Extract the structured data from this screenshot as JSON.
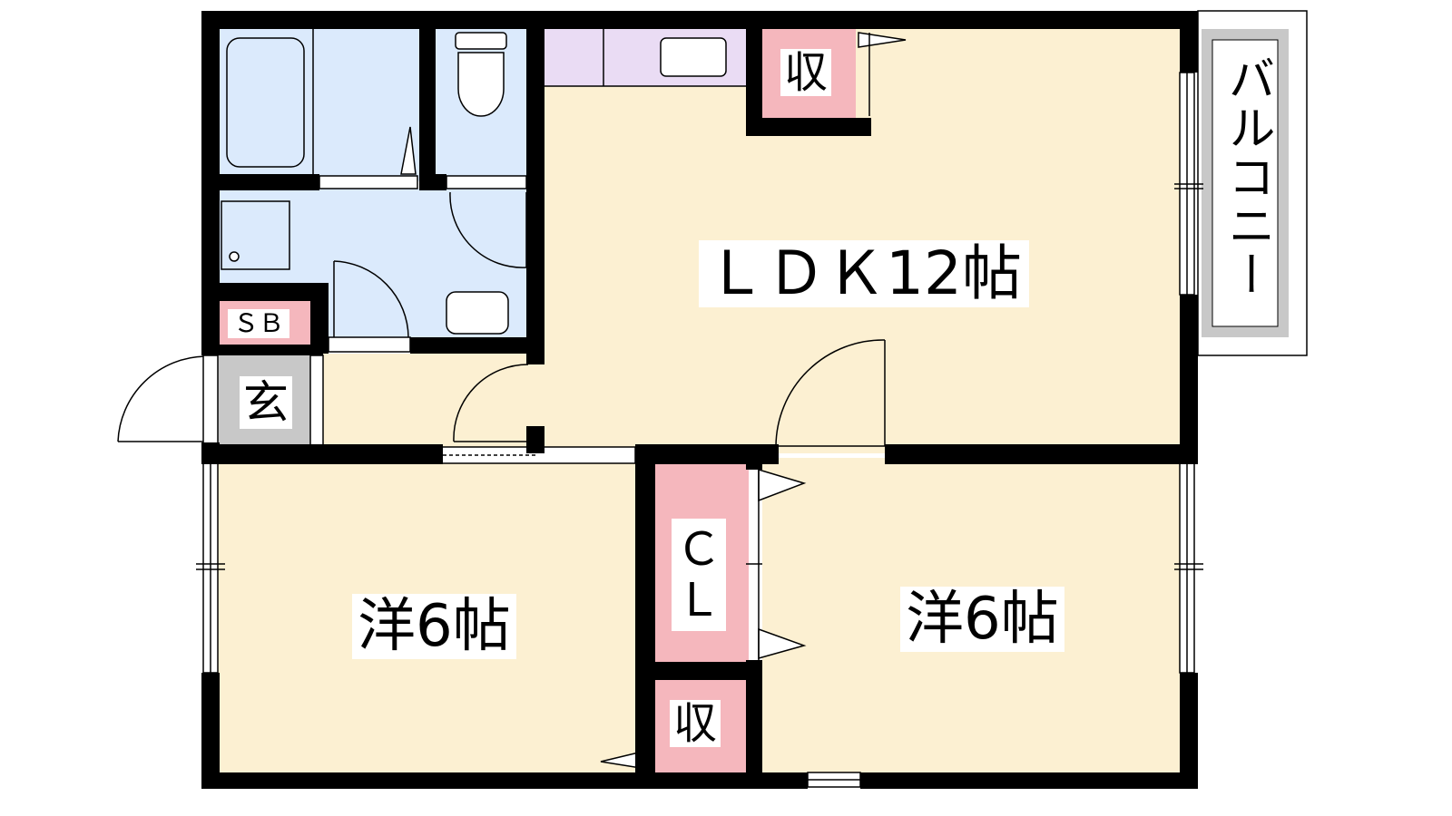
{
  "rooms": {
    "ldk": "ＬＤＫ12帖",
    "western_left": "洋6帖",
    "western_right": "洋6帖",
    "closet": "ＣＬ",
    "storage_top": "収",
    "storage_bottom": "収",
    "shoe_box": "ＳＢ",
    "entrance": "玄",
    "balcony": "バルコニー"
  },
  "colors": {
    "living_floor": "#fcf0d2",
    "wet_area": "#dbeafc",
    "storage": "#f5b7bd",
    "kitchen": "#eadcf4",
    "entrance_floor": "#c8c8c8",
    "balcony_floor": "#c8c8c8",
    "wall": "#000000"
  }
}
